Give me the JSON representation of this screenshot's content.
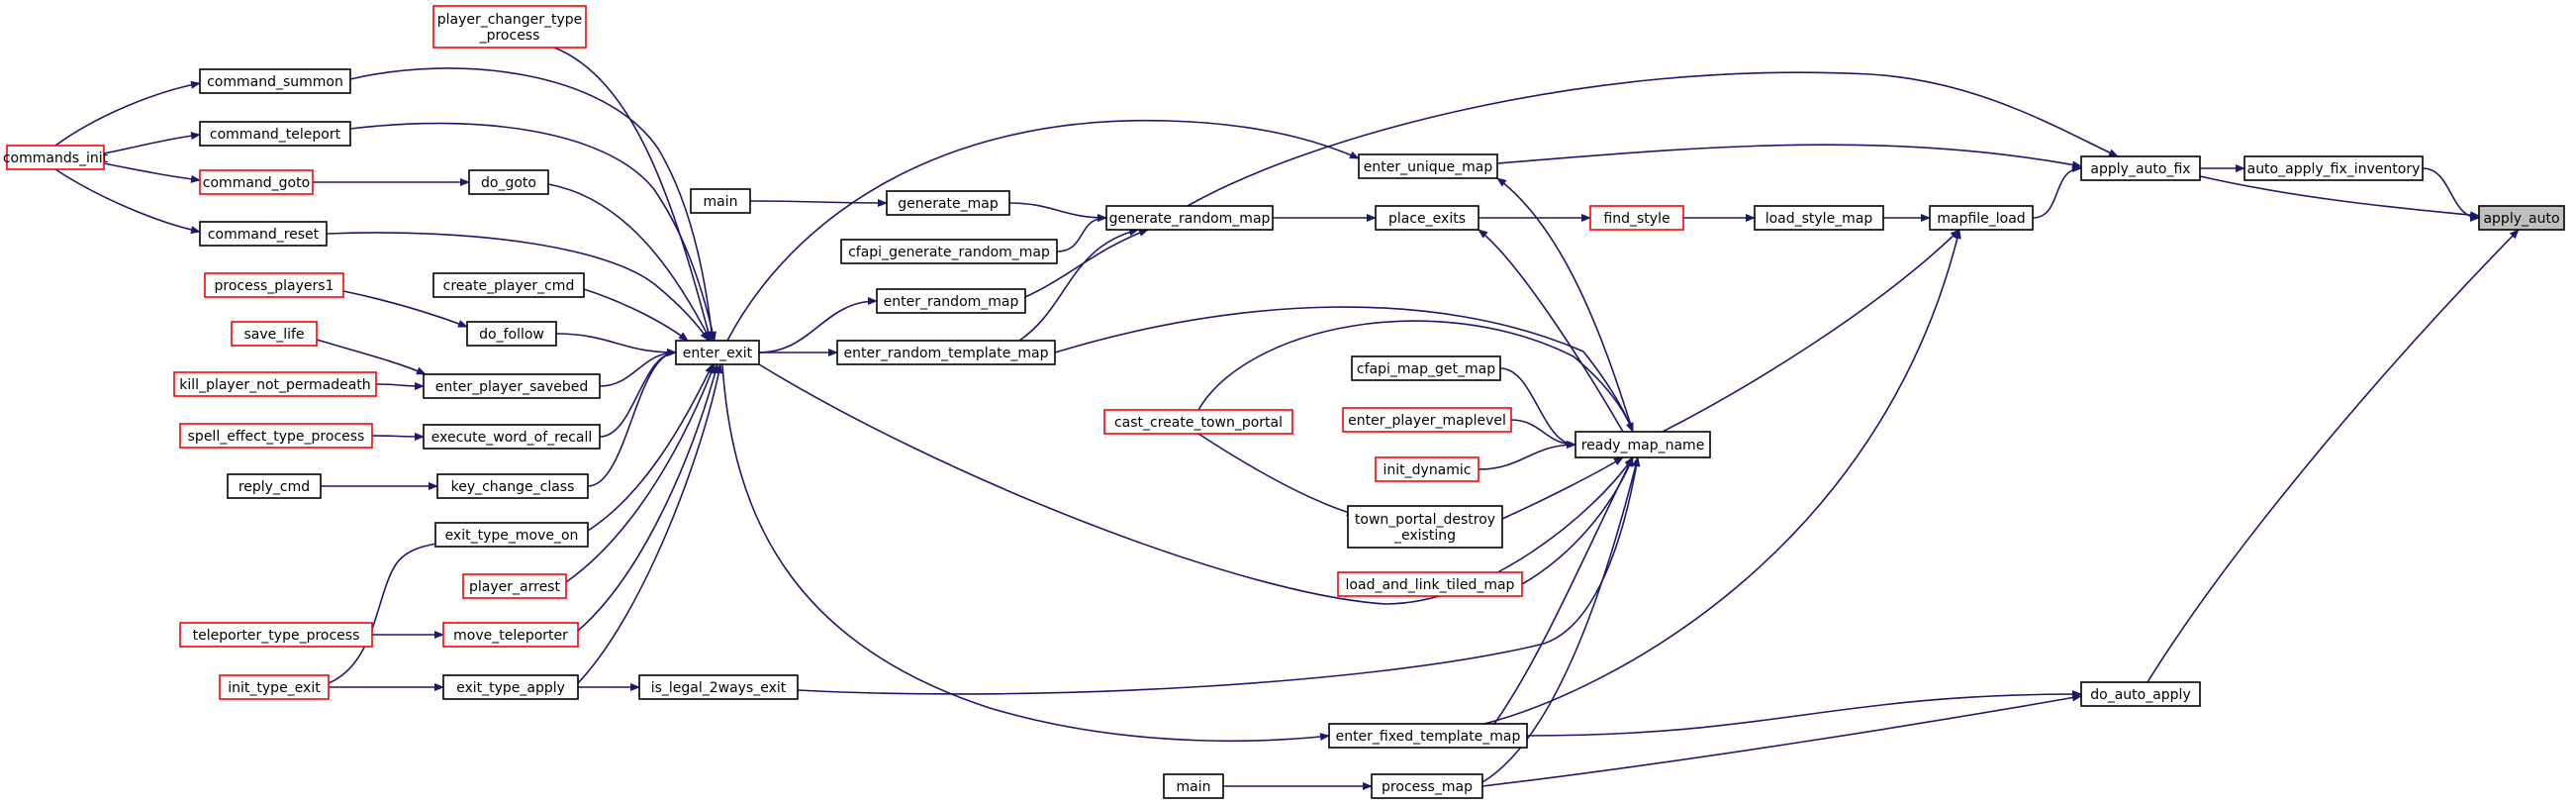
{
  "graph": {
    "title": "",
    "colors": {
      "edge": "#191970",
      "border_default": "#000000",
      "border_truncated": "#ff0000",
      "highlight_fill": "#bfbfbf",
      "background": "#ffffff"
    },
    "nodes": [
      {
        "id": "apply_auto",
        "lines": [
          "apply_auto"
        ],
        "style": "highlight"
      },
      {
        "id": "auto_apply_fix_inventory",
        "lines": [
          "auto_apply_fix_inventory"
        ],
        "style": "default"
      },
      {
        "id": "apply_auto_fix",
        "lines": [
          "apply_auto_fix"
        ],
        "style": "default"
      },
      {
        "id": "do_auto_apply",
        "lines": [
          "do_auto_apply"
        ],
        "style": "default"
      },
      {
        "id": "mapfile_load",
        "lines": [
          "mapfile_load"
        ],
        "style": "default"
      },
      {
        "id": "enter_unique_map",
        "lines": [
          "enter_unique_map"
        ],
        "style": "default"
      },
      {
        "id": "load_style_map",
        "lines": [
          "load_style_map"
        ],
        "style": "default"
      },
      {
        "id": "find_style",
        "lines": [
          "find_style"
        ],
        "style": "truncated"
      },
      {
        "id": "place_exits",
        "lines": [
          "place_exits"
        ],
        "style": "default"
      },
      {
        "id": "generate_random_map",
        "lines": [
          "generate_random_map"
        ],
        "style": "default"
      },
      {
        "id": "generate_map",
        "lines": [
          "generate_map"
        ],
        "style": "default"
      },
      {
        "id": "main1",
        "lines": [
          "main"
        ],
        "style": "default"
      },
      {
        "id": "cfapi_generate_random_map",
        "lines": [
          "cfapi_generate_random_map"
        ],
        "style": "default"
      },
      {
        "id": "enter_random_map",
        "lines": [
          "enter_random_map"
        ],
        "style": "default"
      },
      {
        "id": "enter_random_template_map",
        "lines": [
          "enter_random_template_map"
        ],
        "style": "default"
      },
      {
        "id": "ready_map_name",
        "lines": [
          "ready_map_name"
        ],
        "style": "default"
      },
      {
        "id": "cfapi_map_get_map",
        "lines": [
          "cfapi_map_get_map"
        ],
        "style": "default"
      },
      {
        "id": "enter_player_maplevel",
        "lines": [
          "enter_player_maplevel"
        ],
        "style": "truncated"
      },
      {
        "id": "init_dynamic",
        "lines": [
          "init_dynamic"
        ],
        "style": "truncated"
      },
      {
        "id": "cast_create_town_portal",
        "lines": [
          "cast_create_town_portal"
        ],
        "style": "truncated"
      },
      {
        "id": "town_portal_destroy_existing",
        "lines": [
          "town_portal_destroy",
          "_existing"
        ],
        "style": "default"
      },
      {
        "id": "load_and_link_tiled_map",
        "lines": [
          "load_and_link_tiled_map"
        ],
        "style": "truncated"
      },
      {
        "id": "enter_fixed_template_map",
        "lines": [
          "enter_fixed_template_map"
        ],
        "style": "default"
      },
      {
        "id": "process_map",
        "lines": [
          "process_map"
        ],
        "style": "default"
      },
      {
        "id": "main2",
        "lines": [
          "main"
        ],
        "style": "default"
      },
      {
        "id": "is_legal_2ways_exit",
        "lines": [
          "is_legal_2ways_exit"
        ],
        "style": "default"
      },
      {
        "id": "enter_exit",
        "lines": [
          "enter_exit"
        ],
        "style": "default"
      },
      {
        "id": "player_changer_type_process",
        "lines": [
          "player_changer_type",
          "_process"
        ],
        "style": "truncated"
      },
      {
        "id": "command_summon",
        "lines": [
          "command_summon"
        ],
        "style": "default"
      },
      {
        "id": "command_teleport",
        "lines": [
          "command_teleport"
        ],
        "style": "default"
      },
      {
        "id": "commands_init",
        "lines": [
          "commands_init"
        ],
        "style": "truncated"
      },
      {
        "id": "command_goto",
        "lines": [
          "command_goto"
        ],
        "style": "truncated"
      },
      {
        "id": "do_goto",
        "lines": [
          "do_goto"
        ],
        "style": "default"
      },
      {
        "id": "command_reset",
        "lines": [
          "command_reset"
        ],
        "style": "default"
      },
      {
        "id": "create_player_cmd",
        "lines": [
          "create_player_cmd"
        ],
        "style": "default"
      },
      {
        "id": "process_players1",
        "lines": [
          "process_players1"
        ],
        "style": "truncated"
      },
      {
        "id": "do_follow",
        "lines": [
          "do_follow"
        ],
        "style": "default"
      },
      {
        "id": "save_life",
        "lines": [
          "save_life"
        ],
        "style": "truncated"
      },
      {
        "id": "kill_player_not_permadeath",
        "lines": [
          "kill_player_not_permadeath"
        ],
        "style": "truncated"
      },
      {
        "id": "enter_player_savebed",
        "lines": [
          "enter_player_savebed"
        ],
        "style": "default"
      },
      {
        "id": "spell_effect_type_process",
        "lines": [
          "spell_effect_type_process"
        ],
        "style": "truncated"
      },
      {
        "id": "execute_word_of_recall",
        "lines": [
          "execute_word_of_recall"
        ],
        "style": "default"
      },
      {
        "id": "reply_cmd",
        "lines": [
          "reply_cmd"
        ],
        "style": "default"
      },
      {
        "id": "key_change_class",
        "lines": [
          "key_change_class"
        ],
        "style": "default"
      },
      {
        "id": "exit_type_move_on",
        "lines": [
          "exit_type_move_on"
        ],
        "style": "default"
      },
      {
        "id": "player_arrest",
        "lines": [
          "player_arrest"
        ],
        "style": "truncated"
      },
      {
        "id": "teleporter_type_process",
        "lines": [
          "teleporter_type_process"
        ],
        "style": "truncated"
      },
      {
        "id": "move_teleporter",
        "lines": [
          "move_teleporter"
        ],
        "style": "truncated"
      },
      {
        "id": "init_type_exit",
        "lines": [
          "init_type_exit"
        ],
        "style": "truncated"
      },
      {
        "id": "exit_type_apply",
        "lines": [
          "exit_type_apply"
        ],
        "style": "default"
      }
    ],
    "edges": [
      {
        "from": "auto_apply_fix_inventory",
        "to": "apply_auto"
      },
      {
        "from": "apply_auto_fix",
        "to": "apply_auto"
      },
      {
        "from": "do_auto_apply",
        "to": "apply_auto"
      },
      {
        "from": "apply_auto_fix",
        "to": "auto_apply_fix_inventory"
      },
      {
        "from": "mapfile_load",
        "to": "apply_auto_fix"
      },
      {
        "from": "enter_unique_map",
        "to": "apply_auto_fix"
      },
      {
        "from": "generate_random_map",
        "to": "apply_auto_fix"
      },
      {
        "from": "enter_fixed_template_map",
        "to": "do_auto_apply"
      },
      {
        "from": "process_map",
        "to": "do_auto_apply"
      },
      {
        "from": "load_style_map",
        "to": "mapfile_load"
      },
      {
        "from": "ready_map_name",
        "to": "mapfile_load"
      },
      {
        "from": "enter_fixed_template_map",
        "to": "mapfile_load"
      },
      {
        "from": "find_style",
        "to": "load_style_map"
      },
      {
        "from": "place_exits",
        "to": "find_style"
      },
      {
        "from": "generate_random_map",
        "to": "place_exits"
      },
      {
        "from": "ready_map_name",
        "to": "place_exits"
      },
      {
        "from": "generate_map",
        "to": "generate_random_map"
      },
      {
        "from": "cfapi_generate_random_map",
        "to": "generate_random_map"
      },
      {
        "from": "enter_random_map",
        "to": "generate_random_map"
      },
      {
        "from": "enter_random_template_map",
        "to": "generate_random_map"
      },
      {
        "from": "main1",
        "to": "generate_map"
      },
      {
        "from": "enter_exit",
        "to": "enter_random_map"
      },
      {
        "from": "enter_exit",
        "to": "enter_random_template_map"
      },
      {
        "from": "enter_exit",
        "to": "enter_unique_map"
      },
      {
        "from": "ready_map_name",
        "to": "enter_unique_map"
      },
      {
        "from": "enter_random_template_map",
        "to": "ready_map_name"
      },
      {
        "from": "cfapi_map_get_map",
        "to": "ready_map_name"
      },
      {
        "from": "enter_player_maplevel",
        "to": "ready_map_name"
      },
      {
        "from": "init_dynamic",
        "to": "ready_map_name"
      },
      {
        "from": "cast_create_town_portal",
        "to": "ready_map_name"
      },
      {
        "from": "town_portal_destroy_existing",
        "to": "ready_map_name"
      },
      {
        "from": "load_and_link_tiled_map",
        "to": "ready_map_name"
      },
      {
        "from": "enter_fixed_template_map",
        "to": "ready_map_name"
      },
      {
        "from": "process_map",
        "to": "ready_map_name"
      },
      {
        "from": "enter_exit",
        "to": "ready_map_name"
      },
      {
        "from": "is_legal_2ways_exit",
        "to": "ready_map_name"
      },
      {
        "from": "cast_create_town_portal",
        "to": "town_portal_destroy_existing"
      },
      {
        "from": "main2",
        "to": "process_map"
      },
      {
        "from": "enter_exit",
        "to": "enter_fixed_template_map"
      },
      {
        "from": "exit_type_apply",
        "to": "is_legal_2ways_exit"
      },
      {
        "from": "player_changer_type_process",
        "to": "enter_exit"
      },
      {
        "from": "command_summon",
        "to": "enter_exit"
      },
      {
        "from": "command_teleport",
        "to": "enter_exit"
      },
      {
        "from": "do_goto",
        "to": "enter_exit"
      },
      {
        "from": "command_reset",
        "to": "enter_exit"
      },
      {
        "from": "create_player_cmd",
        "to": "enter_exit"
      },
      {
        "from": "do_follow",
        "to": "enter_exit"
      },
      {
        "from": "enter_player_savebed",
        "to": "enter_exit"
      },
      {
        "from": "execute_word_of_recall",
        "to": "enter_exit"
      },
      {
        "from": "key_change_class",
        "to": "enter_exit"
      },
      {
        "from": "exit_type_move_on",
        "to": "enter_exit"
      },
      {
        "from": "player_arrest",
        "to": "enter_exit"
      },
      {
        "from": "move_teleporter",
        "to": "enter_exit"
      },
      {
        "from": "exit_type_apply",
        "to": "enter_exit"
      },
      {
        "from": "commands_init",
        "to": "command_summon"
      },
      {
        "from": "commands_init",
        "to": "command_teleport"
      },
      {
        "from": "commands_init",
        "to": "command_goto"
      },
      {
        "from": "commands_init",
        "to": "command_reset"
      },
      {
        "from": "command_goto",
        "to": "do_goto"
      },
      {
        "from": "process_players1",
        "to": "do_follow"
      },
      {
        "from": "save_life",
        "to": "enter_player_savebed"
      },
      {
        "from": "kill_player_not_permadeath",
        "to": "enter_player_savebed"
      },
      {
        "from": "spell_effect_type_process",
        "to": "execute_word_of_recall"
      },
      {
        "from": "reply_cmd",
        "to": "key_change_class"
      },
      {
        "from": "init_type_exit",
        "to": "exit_type_move_on"
      },
      {
        "from": "teleporter_type_process",
        "to": "move_teleporter"
      },
      {
        "from": "init_type_exit",
        "to": "exit_type_apply"
      }
    ]
  }
}
